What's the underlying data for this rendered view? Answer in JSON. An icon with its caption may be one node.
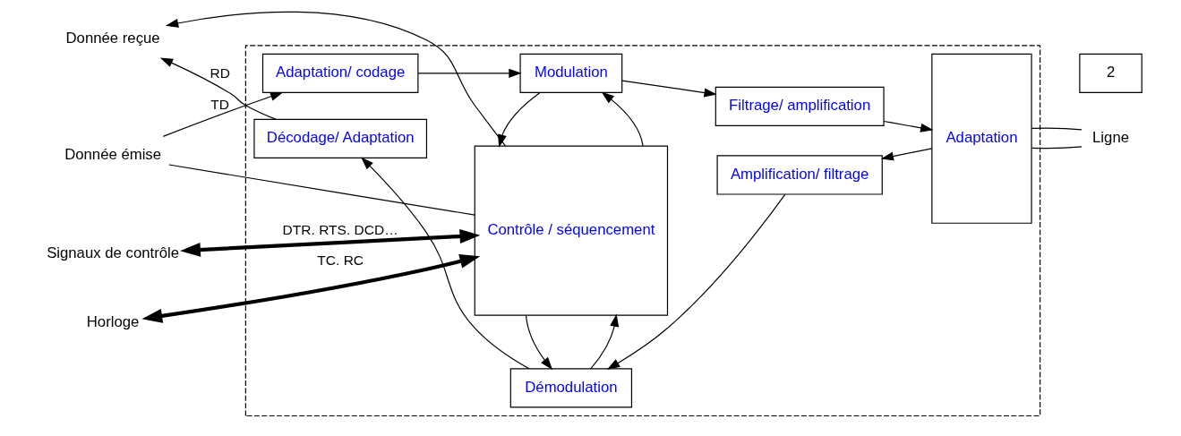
{
  "diagram": {
    "nodes": [
      {
        "text": [],
        "shape": "box"
      },
      {
        "text": [
          "Donnée émise"
        ]
      },
      {
        "text": [
          "Adaptation/ codage"
        ],
        "in": 0
      },
      {
        "text": [
          "Modulation"
        ],
        "in": 0
      },
      {
        "text": [
          "Filtrage/ amplification"
        ],
        "in": 0
      },
      {
        "text": [
          "Adaptation"
        ],
        "in": 0
      },
      {
        "text": [
          "Signaux de contrôle"
        ]
      },
      {
        "text": [
          "Horloge"
        ]
      },
      {
        "text": [
          "Contrôle / séquencement"
        ],
        "in": 0
      },
      {
        "text": [
          "Ligne"
        ]
      },
      {
        "text": [
          "Donnée reçue"
        ]
      },
      {
        "text": [
          "Décodage/ Adaptation"
        ],
        "in": 0
      },
      {
        "text": [
          "Démodulation"
        ],
        "in": 0
      },
      {
        "text": [
          "Amplification/ filtrage"
        ],
        "in": 0
      },
      {
        "text": [
          "2"
        ]
      }
    ],
    "edges": [
      {
        "from": 1,
        "to": 2,
        "arrow": "to",
        "label": "TD"
      },
      {
        "from": 1,
        "to": 8,
        "arrow": "none"
      },
      {
        "from": 2,
        "to": 3,
        "arrow": "to"
      },
      {
        "from": 3,
        "to": 4,
        "arrow": "to"
      },
      {
        "from": 4,
        "to": 5,
        "arrow": "to"
      },
      {
        "from": 8,
        "to": 3,
        "arrow": "to"
      },
      {
        "from": 3,
        "to": 8,
        "arrow": "to"
      },
      {
        "from": 6,
        "to": 8,
        "arrow": "both",
        "label": "DTR. RTS. DCD…",
        "style": "thick"
      },
      {
        "from": 7,
        "to": 8,
        "arrow": "both",
        "label": "TC. RC",
        "style": "thick"
      },
      {
        "from": 5,
        "to": 9,
        "arrow": "none"
      },
      {
        "from": 5,
        "to": 9,
        "arrow": "none"
      },
      {
        "from": 5,
        "to": 13,
        "arrow": "to"
      },
      {
        "from": 13,
        "to": 12,
        "arrow": "to"
      },
      {
        "from": 12,
        "to": 11,
        "arrow": "to"
      },
      {
        "from": 12,
        "to": 8,
        "arrow": "to"
      },
      {
        "from": 8,
        "to": 12,
        "arrow": "to"
      },
      {
        "from": 11,
        "to": 10,
        "arrow": "to",
        "label": "RD"
      },
      {
        "from": 8,
        "to": 10,
        "arrow": "to"
      }
    ]
  }
}
